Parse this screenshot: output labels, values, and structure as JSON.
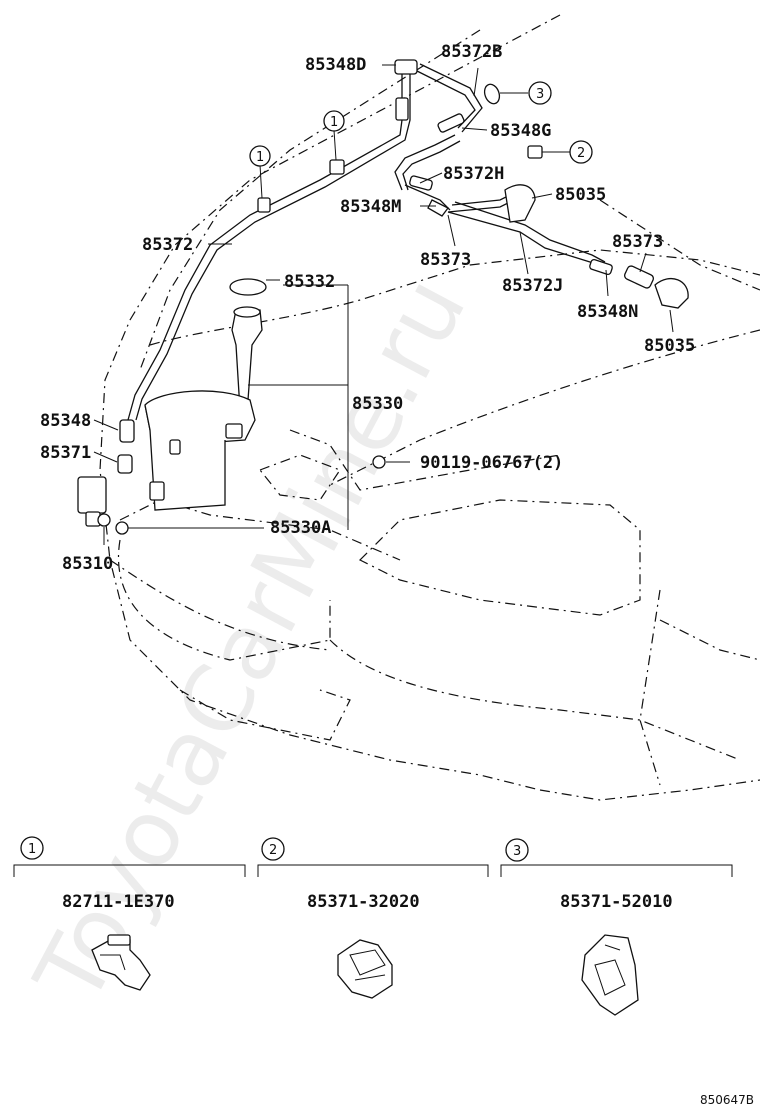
{
  "watermark": "ToyotaCarMine.ru",
  "diagram_code": "850647B",
  "labels": {
    "p85348D": "85348D",
    "p85372B": "85372B",
    "p85348G": "85348G",
    "p85372H": "85372H",
    "p85035a": "85035",
    "p85348M": "85348M",
    "p85373a": "85373",
    "p85372J": "85372J",
    "p85373b": "85373",
    "p85348N": "85348N",
    "p85035b": "85035",
    "p85372": "85372",
    "p85332": "85332",
    "p85330": "85330",
    "p85348": "85348",
    "p85371": "85371",
    "p90119": "90119-06767(2)",
    "p85330A": "85330A",
    "p85310": "85310"
  },
  "callouts": [
    "1",
    "2",
    "3"
  ],
  "detail_panels": [
    {
      "ref": "1",
      "part_number": "82711-1E370"
    },
    {
      "ref": "2",
      "part_number": "85371-32020"
    },
    {
      "ref": "3",
      "part_number": "85371-52010"
    }
  ]
}
